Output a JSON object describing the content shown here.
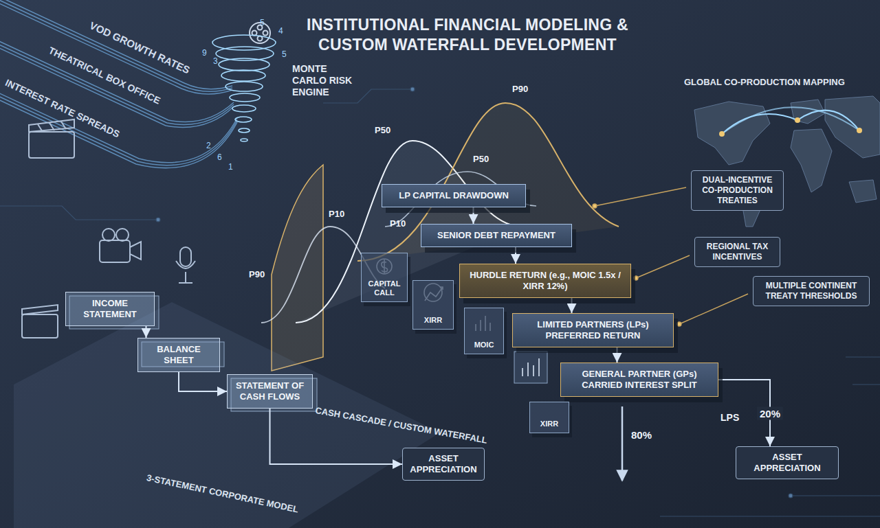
{
  "diagram": {
    "title": "INSTITUTIONAL FINANCIAL MODELING & CUSTOM WATERFALL DEVELOPMENT",
    "nodes": [
      {
        "text": [
          "LP CAPITAL DRAWDOWN"
        ]
      },
      {
        "text": [
          "SENIOR DEBT REPAYMENT"
        ]
      },
      {
        "text": [
          "HURDLE RETURN (e.g., MOIC 1.5x / XIRR 12%)"
        ]
      },
      {
        "text": [
          "LIMITED PARTNERS (LPs) PREFERRED RETURN"
        ]
      },
      {
        "text": [
          "GENERAL PARTNER (GPs) CARRIED INTEREST SPLIT"
        ]
      },
      {
        "text": [
          "CAPITAL CALL"
        ]
      },
      {
        "text": [
          "XIRR"
        ]
      },
      {
        "text": [
          "MOIC"
        ]
      },
      {
        "text": [
          "XIRR"
        ]
      },
      {
        "text": [
          "DUAL-INCENTIVE CO-PRODUCTION TREATIES"
        ]
      },
      {
        "text": [
          "REGIONAL TAX INCENTIVES"
        ]
      },
      {
        "text": [
          "MULTIPLE CONTINENT TREATY THRESHOLDS"
        ]
      },
      {
        "text": [
          "ASSET APPRECIATION"
        ]
      },
      {
        "text": [
          "INCOME STATEMENT"
        ]
      },
      {
        "text": [
          "BALANCE SHEET"
        ]
      },
      {
        "text": [
          "STATEMENT OF CASH FLOWS"
        ]
      },
      {
        "text": [
          "ASSET APPRECIATION"
        ]
      }
    ],
    "edges": [
      {
        "from": 0,
        "to": 1,
        "arrow": "to"
      },
      {
        "from": 1,
        "to": 2,
        "arrow": "to"
      },
      {
        "from": 2,
        "to": 3,
        "arrow": "to"
      },
      {
        "from": 3,
        "to": 4,
        "arrow": "to"
      },
      {
        "from": 4,
        "to": 12,
        "label": "20%",
        "arrow": "to"
      },
      {
        "from": 13,
        "to": 14,
        "arrow": "to"
      },
      {
        "from": 14,
        "to": 15,
        "arrow": "to"
      },
      {
        "from": 15,
        "to": 16,
        "arrow": "to"
      }
    ],
    "labels": [
      "VOD GROWTH RATES",
      "THEATRICAL BOX OFFICE",
      "INTEREST RATE SPREADS",
      "MONTE CARLO RISK ENGINE",
      "P90",
      "P50",
      "P10",
      "P50",
      "P10",
      "P90",
      "GLOBAL CO-PRODUCTION MAPPING",
      "CASH CASCADE / CUSTOM WATERFALL",
      "80%",
      "LPS",
      "3-STATEMENT CORPORATE MODEL",
      "9",
      "3",
      "5",
      "4",
      "2",
      "6",
      "1",
      "5"
    ]
  }
}
